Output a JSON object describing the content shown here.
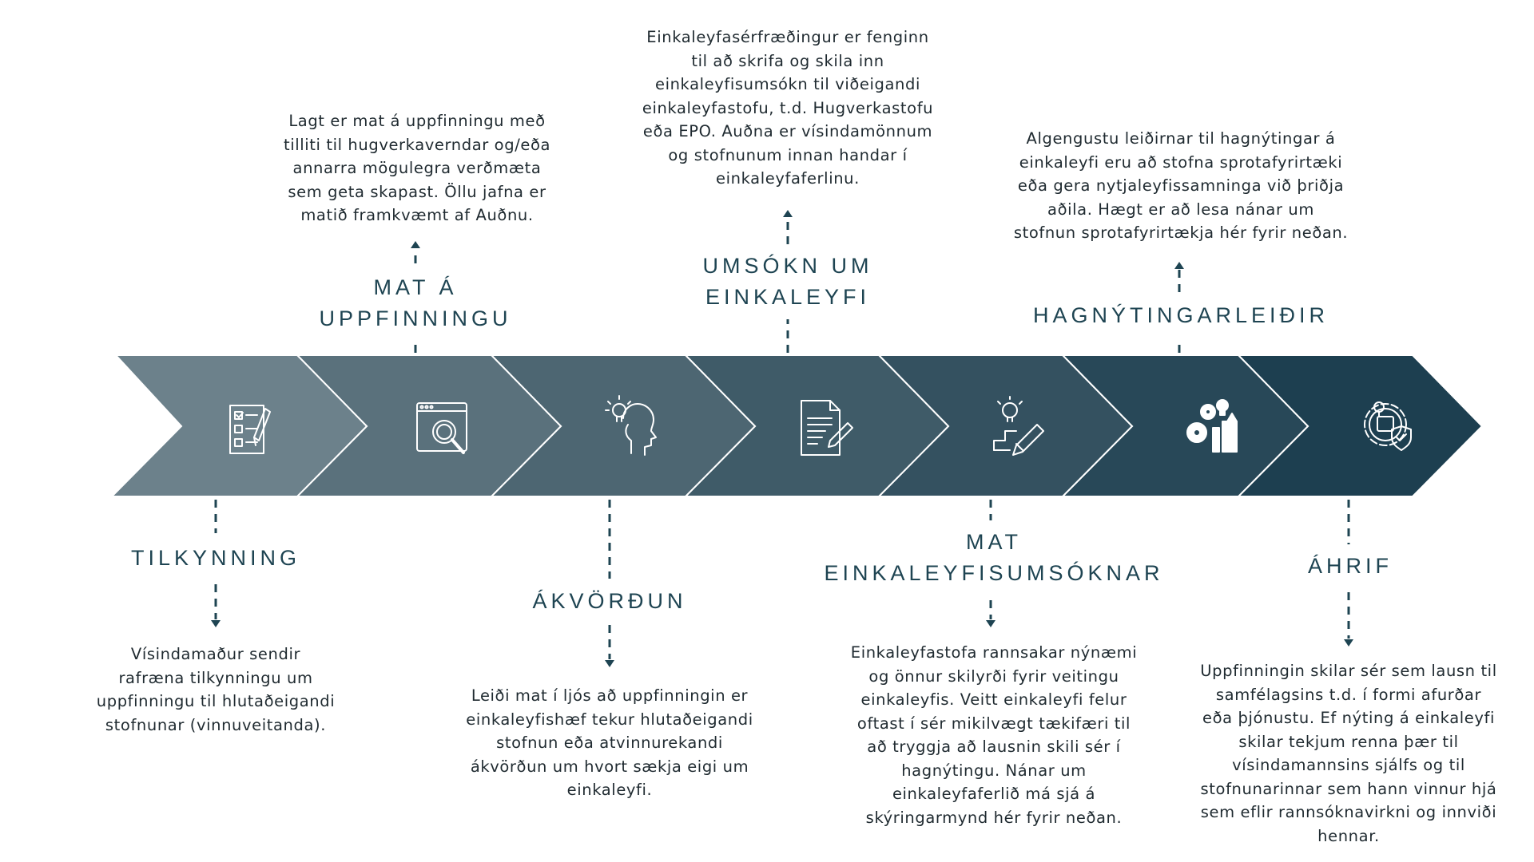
{
  "colors": {
    "chevrons": [
      "#6c818b",
      "#5a717c",
      "#4d6672",
      "#3f5b68",
      "#345160",
      "#284858",
      "#1d3f50"
    ],
    "accent": "#1e4452",
    "connector": "#1e4452"
  },
  "stages": [
    {
      "id": "tilkynning",
      "title": "TILKYNNING",
      "icon": "checklist-icon",
      "description": [
        "Vísindamaður sendir",
        "rafræna tilkynningu um",
        "uppfinningu til hlutaðeigandi",
        "stofnunar (vinnuveitanda)."
      ]
    },
    {
      "id": "mat-a-uppfinningu",
      "title": [
        "MAT Á",
        "UPPFINNINGU"
      ],
      "icon": "browser-magnifier-icon",
      "description": [
        "Lagt er mat á uppfinningu með",
        "tilliti til hugverkaverndar og/eða",
        "annarra mögulegra verðmæta",
        "sem geta skapast. Öllu jafna er",
        "matið framkvæmt af Auðnu."
      ]
    },
    {
      "id": "akvordun",
      "title": "ÁKVÖRÐUN",
      "icon": "head-lightbulb-icon",
      "description": [
        "Leiði mat í ljós að uppfinningin er",
        "einkaleyfishæf tekur hlutaðeigandi",
        "stofnun eða atvinnurekandi",
        "ákvörðun um hvort sækja eigi um",
        "einkaleyfi."
      ]
    },
    {
      "id": "umsokn-um-einkaleyfi",
      "title": [
        "UMSÓKN UM",
        "EINKALEYFI"
      ],
      "icon": "document-pen-icon",
      "description": [
        "Einkaleyfasérfræðingur er fenginn",
        "til að skrifa og skila inn",
        "einkaleyfisumsókn til viðeigandi",
        "einkaleyfastofu, t.d. Hugverkastofu",
        "eða EPO. Auðna er vísindamönnum",
        "og stofnunum innan handar í",
        "einkaleyfaferlinu."
      ]
    },
    {
      "id": "mat-einkaleyfisumsoknar",
      "title": [
        "MAT",
        "EINKALEYFISUMSÓKNAR"
      ],
      "icon": "idea-pencil-stairs-icon",
      "description": [
        "Einkaleyfastofa rannsakar nýnæmi",
        "og önnur skilyrði fyrir veitingu",
        "einkaleyfis. Veitt einkaleyfi felur",
        "oftast í sér mikilvægt tækifæri til",
        "að tryggja að lausnin skili sér í",
        "hagnýtingu. Nánar um",
        "einkaleyfaferlið má sjá á",
        "skýringarmynd hér fyrir neðan."
      ]
    },
    {
      "id": "hagnytingarleidir",
      "title": "HAGNÝTINGARLEIÐIR",
      "icon": "gears-lightbulb-icon",
      "description": [
        "Algengustu leiðirnar til hagnýtingar á",
        "einkaleyfi eru að stofna sprotafyrirtæki",
        "eða gera nytjaleyfissamninga við þriðja",
        "aðila. Hægt er að lesa nánar um",
        "stofnun sprotafyrirtækja hér fyrir neðan."
      ]
    },
    {
      "id": "ahrif",
      "title": "ÁHRIF",
      "icon": "gear-shield-icon",
      "description": [
        "Uppfinningin skilar sér sem lausn til",
        "samfélagsins t.d. í formi afurðar",
        "eða þjónustu. Ef nýting á einkaleyfi",
        "skilar tekjum renna þær til",
        "vísindamannsins sjálfs og til",
        "stofnunarinnar sem hann vinnur hjá",
        "sem eflir rannsóknavirkni og innviði",
        "hennar."
      ]
    }
  ]
}
